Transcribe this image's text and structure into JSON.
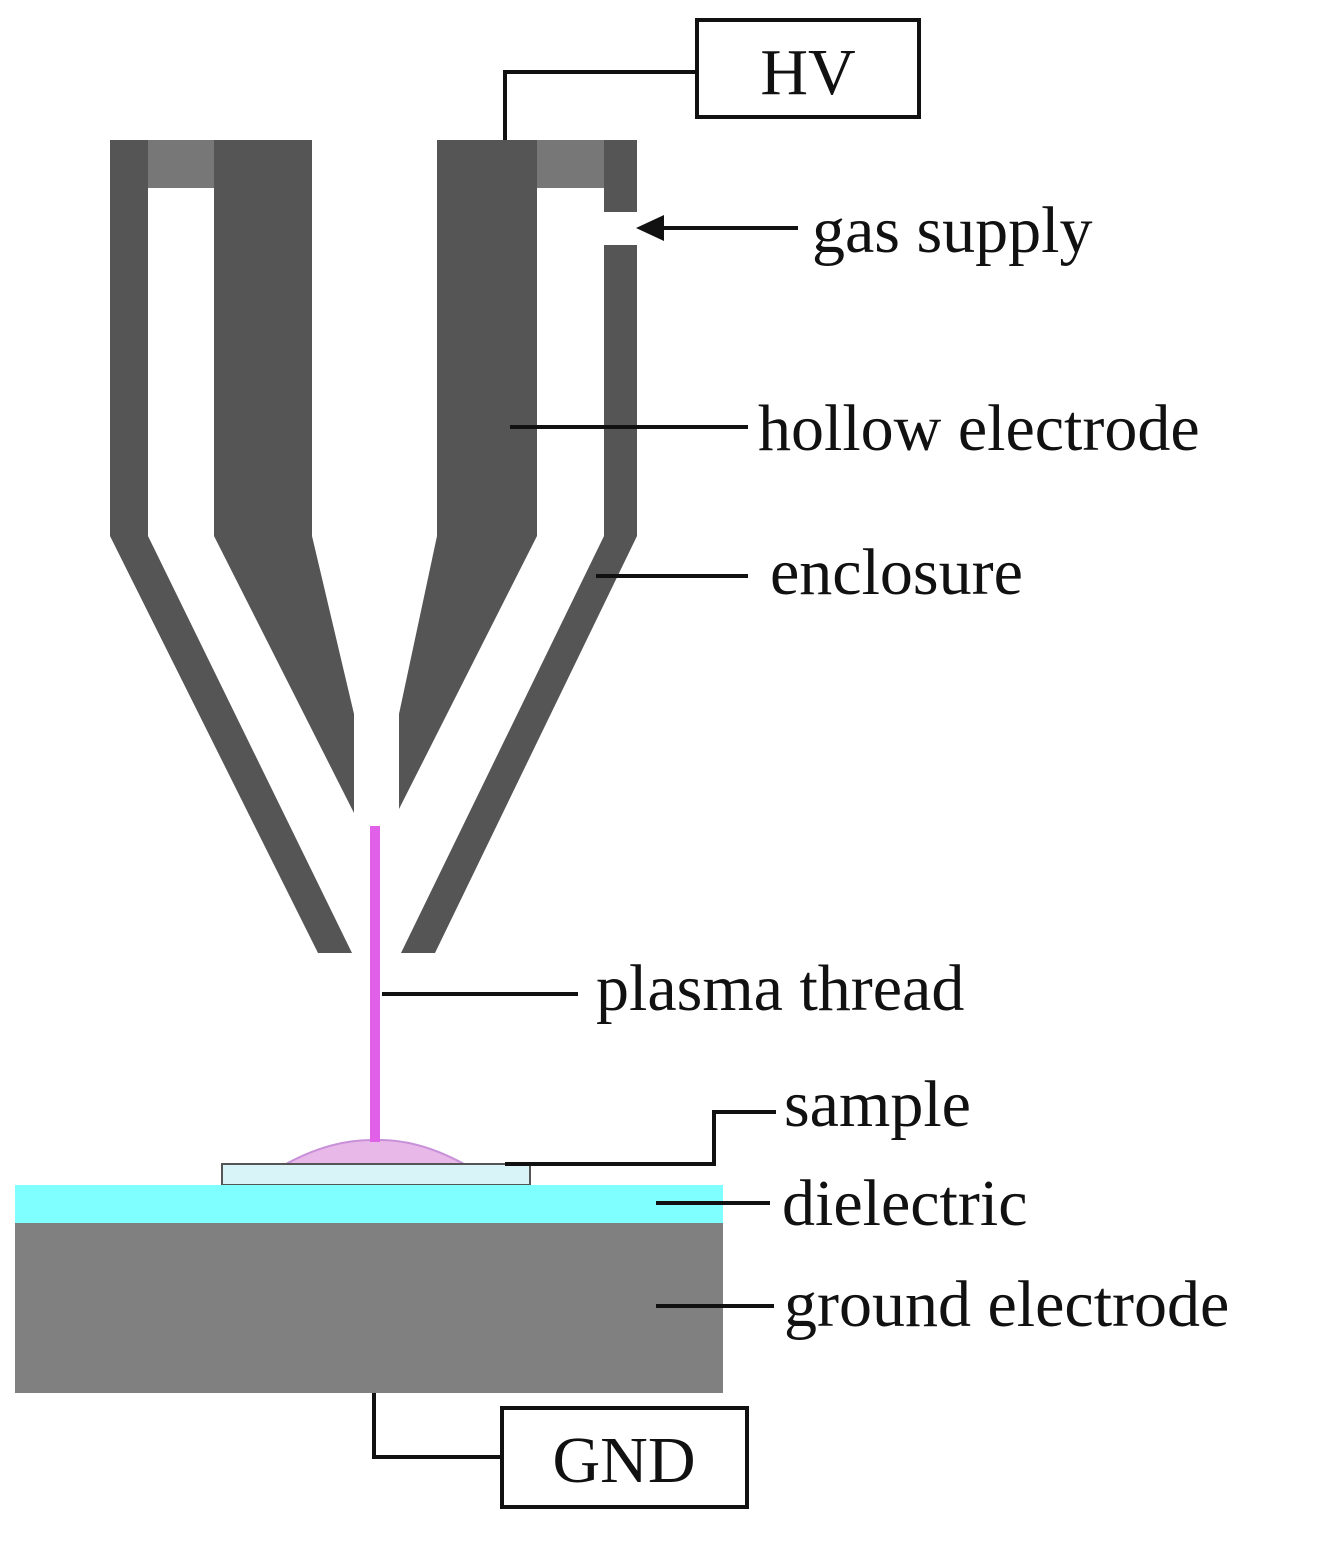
{
  "diagram": {
    "labels": {
      "hv": "HV",
      "gnd": "GND",
      "gas_supply": "gas supply",
      "hollow_electrode": "hollow electrode",
      "enclosure": "enclosure",
      "plasma_thread": "plasma thread",
      "sample": "sample",
      "dielectric": "dielectric",
      "ground_electrode": "ground electrode"
    },
    "colors": {
      "electrode": "#555555",
      "insulator": "#777777",
      "plasma": "#e060e8",
      "plasma_glow": "#e8b8e8",
      "sample": "#d8f4f8",
      "dielectric": "#7fffff",
      "ground_electrode": "#808080",
      "line": "#111111"
    }
  }
}
